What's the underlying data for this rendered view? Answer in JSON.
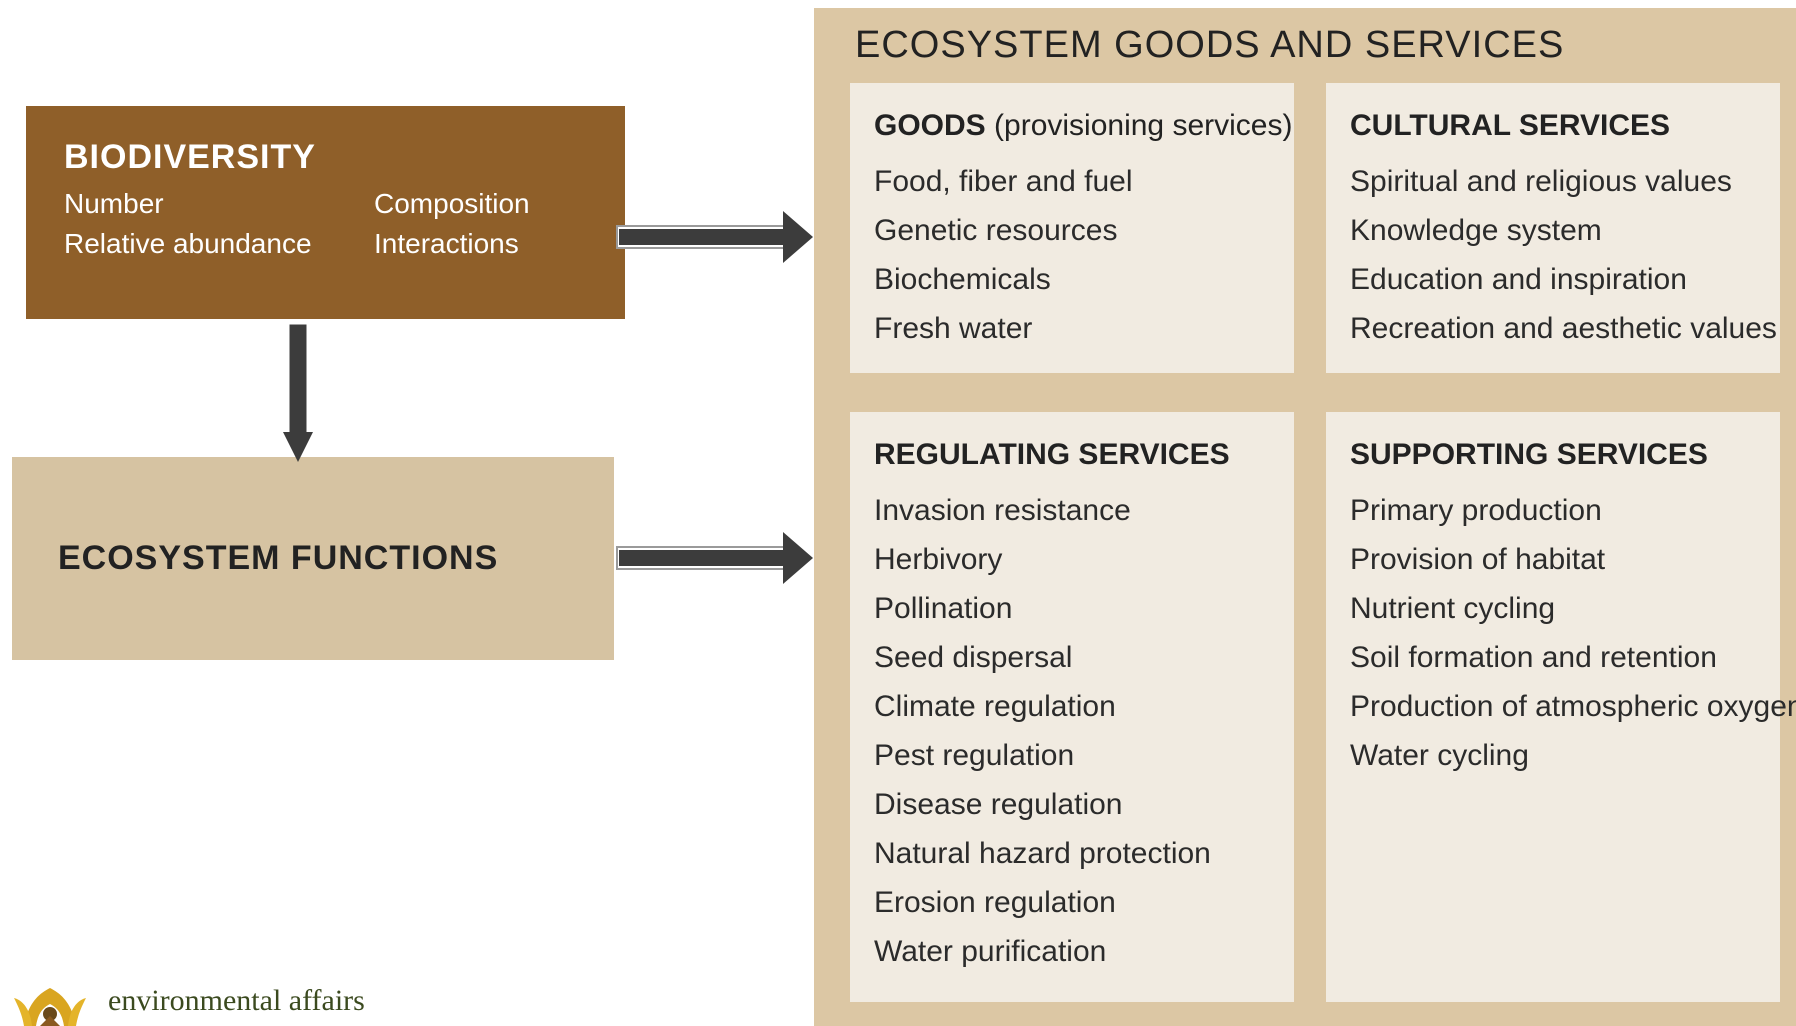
{
  "biodiversity": {
    "title": "BIODIVERSITY",
    "items": [
      "Number",
      "Composition",
      "Relative abundance",
      "Interactions"
    ]
  },
  "functions": {
    "title": "ECOSYSTEM FUNCTIONS"
  },
  "services": {
    "title": "ECOSYSTEM GOODS AND SERVICES",
    "goods": {
      "heading": "GOODS",
      "subheading": "(provisioning services)",
      "items": [
        "Food, fiber and fuel",
        "Genetic resources",
        "Biochemicals",
        "Fresh water"
      ]
    },
    "cultural": {
      "heading": "CULTURAL SERVICES",
      "items": [
        "Spiritual and religious values",
        "Knowledge system",
        "Education and inspiration",
        "Recreation and aesthetic values"
      ]
    },
    "regulating": {
      "heading": "REGULATING SERVICES",
      "items": [
        "Invasion resistance",
        "Herbivory",
        "Pollination",
        "Seed dispersal",
        "Climate regulation",
        "Pest regulation",
        "Disease regulation",
        "Natural hazard protection",
        "Erosion regulation",
        "Water purification"
      ]
    },
    "supporting": {
      "heading": "SUPPORTING SERVICES",
      "items": [
        "Primary production",
        "Provision of habitat",
        "Nutrient cycling",
        "Soil formation and retention",
        "Production of atmospheric oxygen",
        "Water cycling"
      ]
    }
  },
  "logo": {
    "text": "environmental affairs"
  },
  "colors": {
    "biodiversity_box": "#8f5f29",
    "functions_box": "#d6c3a2",
    "panel": "#dcc7a4",
    "card": "#f1ebe1",
    "arrow": "#3c3c3c"
  }
}
